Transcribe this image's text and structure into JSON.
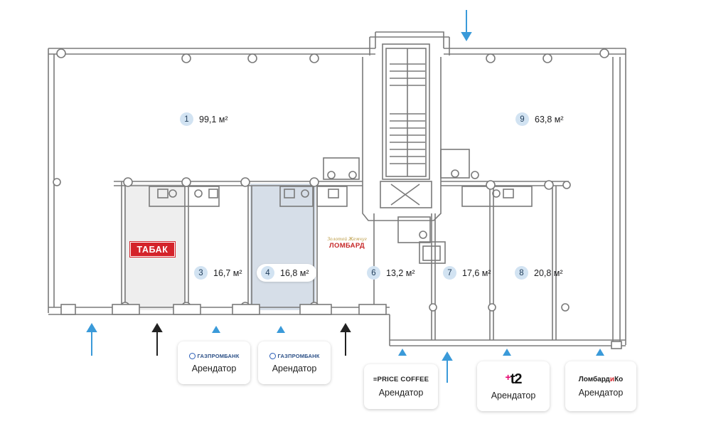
{
  "rooms": [
    {
      "num": "1",
      "area": "99,1 м²"
    },
    {
      "num": "9",
      "area": "63,8 м²"
    },
    {
      "num": "3",
      "area": "16,7 м²"
    },
    {
      "num": "4",
      "area": "16,8 м²"
    },
    {
      "num": "6",
      "area": "13,2 м²"
    },
    {
      "num": "7",
      "area": "17,6 м²"
    },
    {
      "num": "8",
      "area": "20,8 м²"
    }
  ],
  "signs": {
    "tabak": "ТАБАК",
    "lombard_script": "Золотой Жемчуг",
    "lombard": "ЛОМБАРД"
  },
  "tenants": [
    {
      "logo": "ГАЗПРОМБАНК",
      "role": "Арендатор"
    },
    {
      "logo": "ГАЗПРОМБАНК",
      "role": "Арендатор"
    },
    {
      "logo": "≡PRICE COFFEE",
      "role": "Арендатор"
    },
    {
      "logo": "t2",
      "role": "Арендатор"
    },
    {
      "logo_part1": "Ломбард",
      "logo_part2": "и",
      "logo_part3": "Ко",
      "role": "Арендатор"
    }
  ],
  "colors": {
    "wall": "#7a7a7a",
    "selected_unit": "#d6dee8",
    "leased_unit": "#eeeeee",
    "entrance_arrow_blue": "#3a9ad9",
    "entrance_arrow_black": "#222222",
    "badge_bg": "#d2e3f2"
  },
  "icons": [
    "entrance-arrow-up-blue",
    "entrance-arrow-down-blue",
    "entrance-arrow-up-black",
    "tenant-marker-triangle",
    "toilet-icon",
    "sink-icon",
    "stair-icon",
    "column-icon"
  ]
}
